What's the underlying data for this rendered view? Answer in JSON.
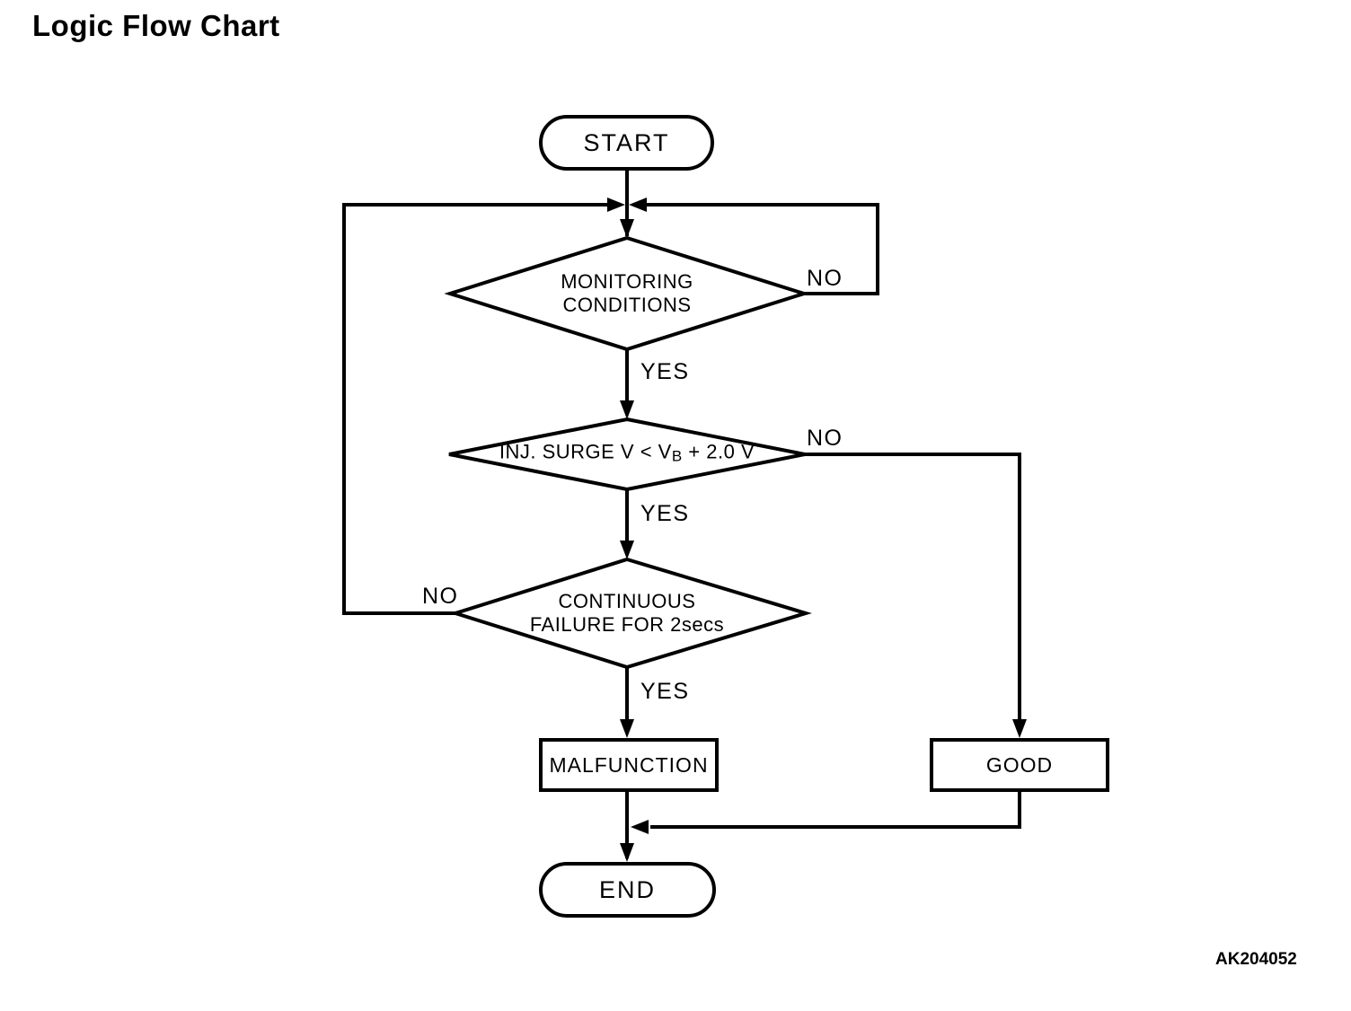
{
  "page": {
    "title": "Logic Flow Chart",
    "ref_code": "AK204052"
  },
  "flowchart": {
    "colors": {
      "line": "#000000",
      "background": "#ffffff"
    },
    "nodes": {
      "start": {
        "type": "terminator",
        "label": "START"
      },
      "monitoring": {
        "type": "decision",
        "line1": "MONITORING",
        "line2": "CONDITIONS"
      },
      "inj_surge": {
        "type": "decision",
        "text_pre": "INJ. SURGE V < V",
        "text_sub": "B",
        "text_post": " + 2.0 V"
      },
      "continuous": {
        "type": "decision",
        "line1": "CONTINUOUS",
        "line2": "FAILURE FOR 2secs"
      },
      "malfunction": {
        "type": "process",
        "label": "MALFUNCTION"
      },
      "good": {
        "type": "process",
        "label": "GOOD"
      },
      "end": {
        "type": "terminator",
        "label": "END"
      }
    },
    "edge_labels": {
      "monitoring_yes": "YES",
      "monitoring_no": "NO",
      "inj_surge_yes": "YES",
      "inj_surge_no": "NO",
      "continuous_yes": "YES",
      "continuous_no": "NO"
    }
  }
}
